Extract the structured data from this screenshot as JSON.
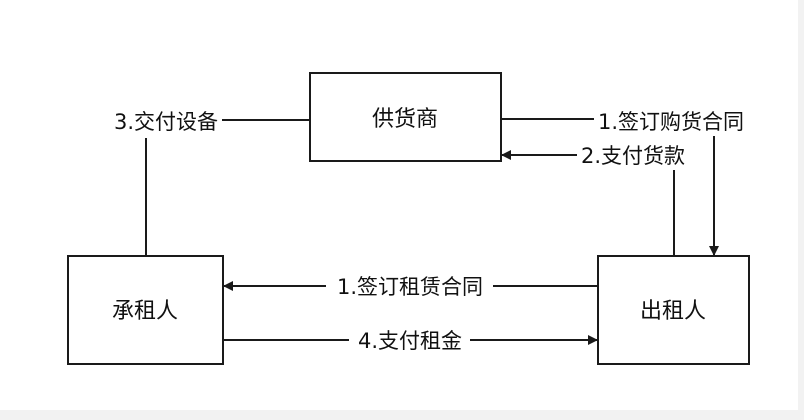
{
  "nodes": {
    "supplier": "供货商",
    "lessee": "承租人",
    "lessor": "出租人"
  },
  "edges": {
    "deliver_equipment": "3.交付设备",
    "sign_purchase_contract": "1.签订购货合同",
    "pay_for_goods": "2.支付货款",
    "sign_lease_contract": "1.签订租赁合同",
    "pay_rent": "4.支付租金"
  },
  "colors": {
    "background": "#ffffff",
    "page_margin": "#f2f2f2",
    "line": "#1a1a1a",
    "text": "#111111"
  }
}
